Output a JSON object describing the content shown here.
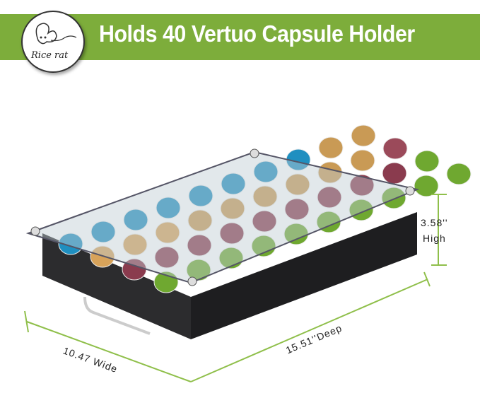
{
  "logo": {
    "brand": "Rice rat"
  },
  "banner": {
    "title": "Holds 40 Vertuo Capsule Holder"
  },
  "dimensions": {
    "height_value": "3.58''",
    "height_label": "High",
    "depth": "15.51''Deep",
    "width": "10.47 Wide"
  },
  "colors": {
    "banner": "#7dad3b",
    "dimension_line": "#8fbf4a"
  }
}
